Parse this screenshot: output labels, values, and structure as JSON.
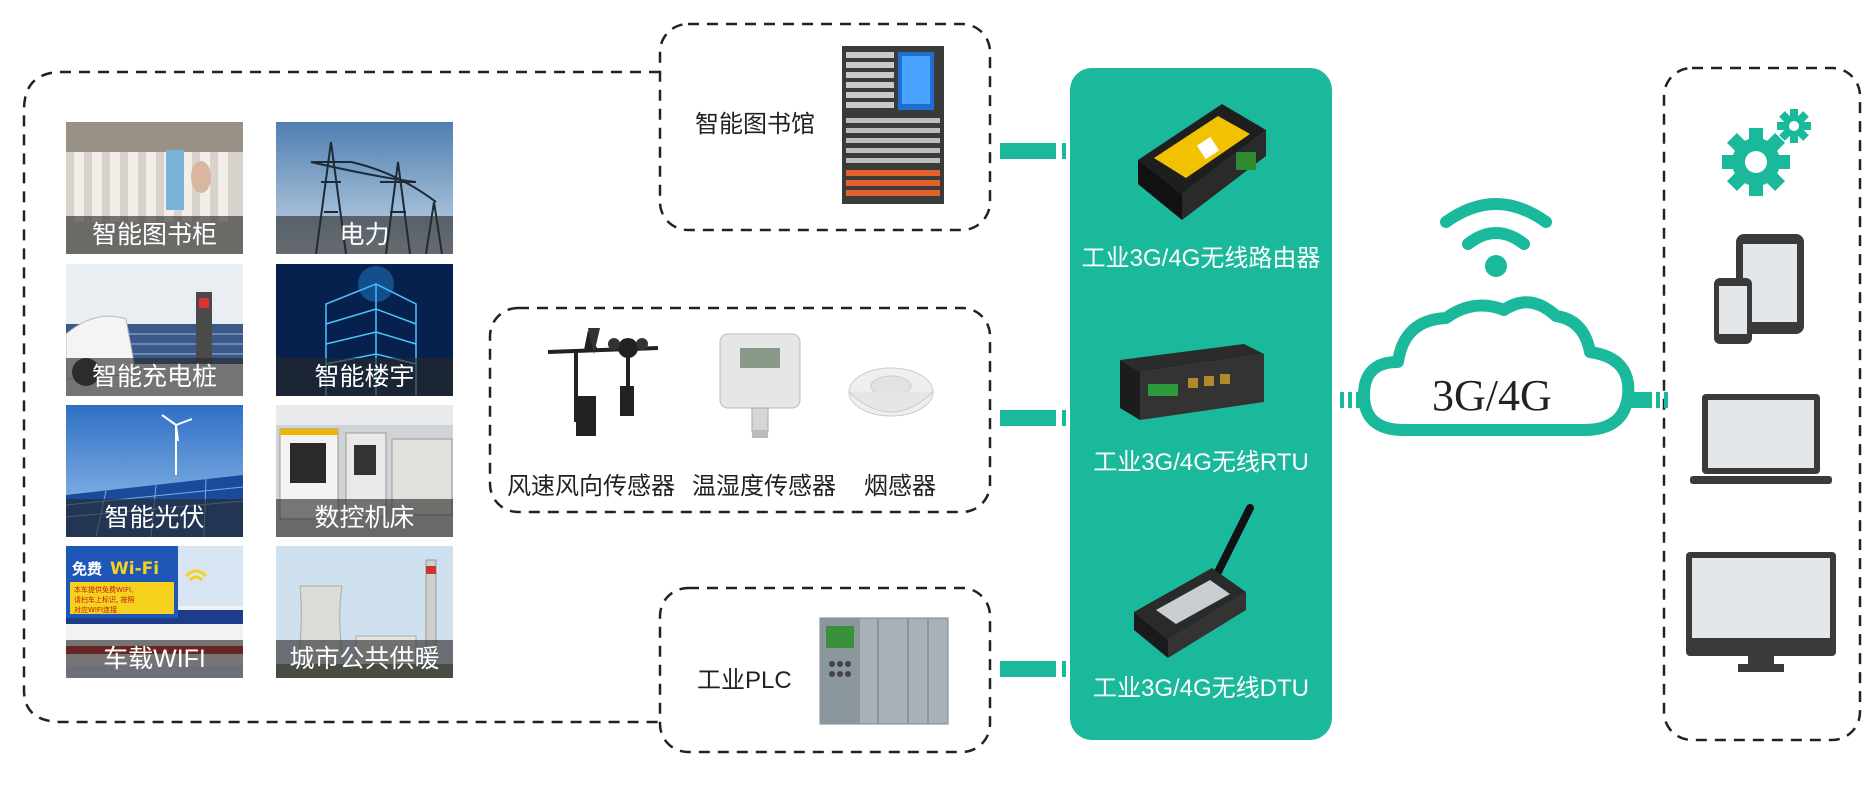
{
  "colors": {
    "accent": "#1ab99c",
    "dash": "#222222",
    "tile_caption_bg": "#3a3a3a"
  },
  "applications": [
    {
      "label": "智能图书柜"
    },
    {
      "label": "电力"
    },
    {
      "label": "智能充电桩"
    },
    {
      "label": "智能楼宇"
    },
    {
      "label": "智能光伏"
    },
    {
      "label": "数控机床"
    },
    {
      "label": "车载WIFI"
    },
    {
      "label": "城市公共供暖"
    }
  ],
  "wifi_banner": {
    "free": "免费",
    "wifi": "Wi-Fi",
    "line1": "本车提供免费WIFI,",
    "line2": "请扫车上标识, 按照",
    "line3": "对应WIFI连接"
  },
  "library": {
    "label": "智能图书馆"
  },
  "sensors": [
    {
      "label": "风速风向传感器"
    },
    {
      "label": "温湿度传感器"
    },
    {
      "label": "烟感器"
    }
  ],
  "plc": {
    "label": "工业PLC"
  },
  "devices": [
    {
      "label": "工业3G/4G无线路由器"
    },
    {
      "label": "工业3G/4G无线RTU"
    },
    {
      "label": "工业3G/4G无线DTU"
    }
  ],
  "cloud": {
    "label": "3G/4G"
  },
  "terminals": [
    {
      "icon": "gear-icon"
    },
    {
      "icon": "mobile-devices-icon"
    },
    {
      "icon": "laptop-icon"
    },
    {
      "icon": "monitor-icon"
    }
  ]
}
